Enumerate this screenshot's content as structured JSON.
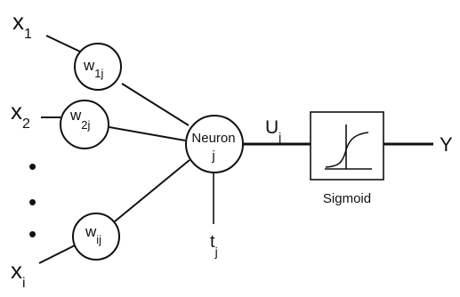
{
  "diagram": {
    "inputs": [
      {
        "var": "x",
        "sub": "1"
      },
      {
        "var": "x",
        "sub": "2"
      },
      {
        "var": "x",
        "sub": "i"
      }
    ],
    "ellipsis": [
      "•",
      "•",
      "•"
    ],
    "weights": [
      {
        "var": "w",
        "sub": "1j"
      },
      {
        "var": "w",
        "sub": "2j"
      },
      {
        "var": "w",
        "sub": "ij"
      }
    ],
    "neuron": {
      "line1": "Neuron",
      "line2": "j"
    },
    "threshold": {
      "var": "t",
      "sub": "j"
    },
    "activation_input": {
      "var": "U",
      "sub": "j"
    },
    "activation_label": "Sigmoid",
    "output": "Y"
  }
}
